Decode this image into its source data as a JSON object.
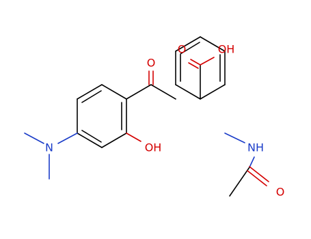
{
  "colors": {
    "bond": "#000000",
    "oxygen": "#d40000",
    "nitrogen": "#1a3cc8",
    "background": "#ffffff"
  },
  "labels": {
    "ketone_oxygen": "O",
    "carboxyl_carbonyl_oxygen": "O",
    "carboxyl_hydroxyl": "OH",
    "phenol_hydroxyl": "OH",
    "dimethylamino_nitrogen": "N",
    "amide_nh": "NH",
    "amide_oxygen": "O"
  }
}
